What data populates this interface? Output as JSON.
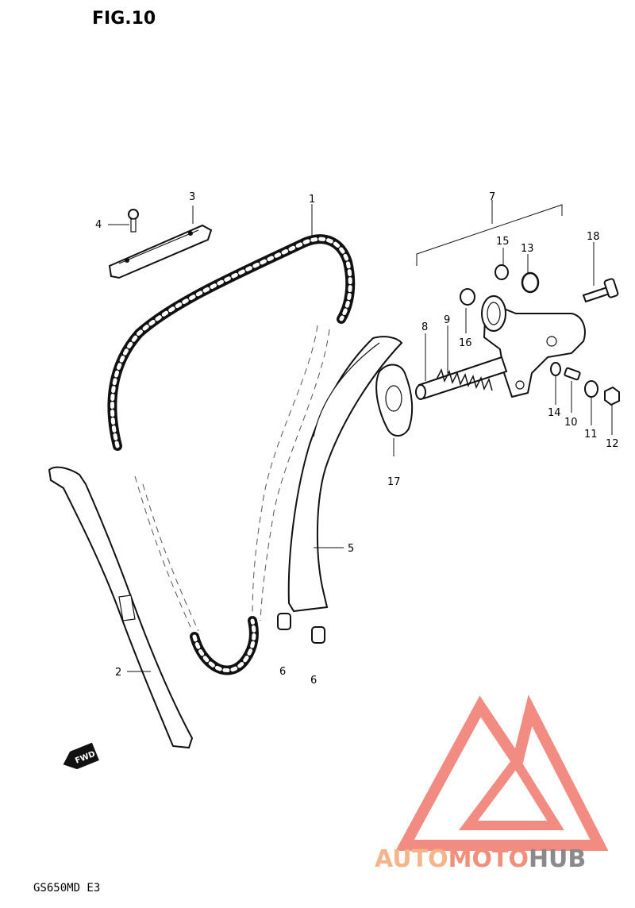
{
  "figure": {
    "title": "FIG.10",
    "model": "GS650MD  E3",
    "direction_tag": "FWD"
  },
  "callouts": {
    "c1": "1",
    "c2": "2",
    "c3": "3",
    "c4": "4",
    "c5": "5",
    "c6a": "6",
    "c6b": "6",
    "c7": "7",
    "c8": "8",
    "c9": "9",
    "c10": "10",
    "c11": "11",
    "c12": "12",
    "c13": "13",
    "c14": "14",
    "c15": "15",
    "c16": "16",
    "c17": "17",
    "c18": "18"
  },
  "watermark": {
    "part1": "AUTO",
    "part2": "MOTO",
    "part3": "HUB",
    "colors": {
      "logo": "#f28b82",
      "auto": "#f6b48a",
      "moto": "#f08f7a",
      "hub": "#8a8a8a"
    }
  }
}
